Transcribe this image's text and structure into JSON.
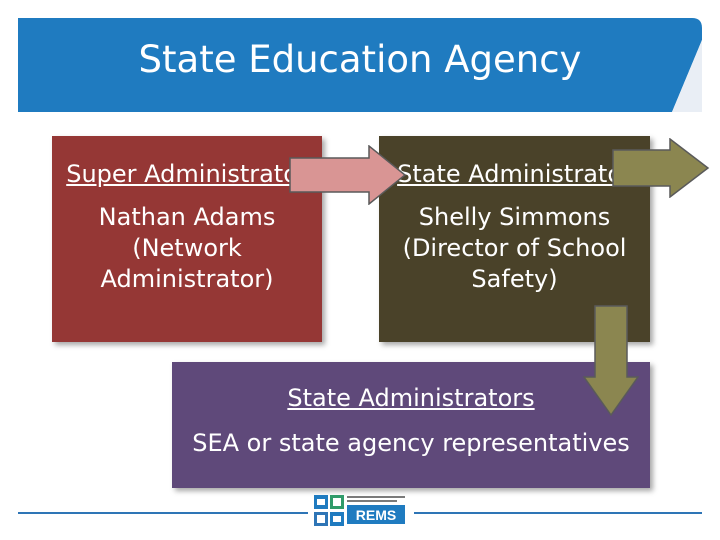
{
  "header": {
    "title": "State Education Agency"
  },
  "colors": {
    "banner": "#1f7bc0",
    "super_admin_box": "#953735",
    "state_admin_box": "#4a4229",
    "state_admins_box": "#5f497a",
    "arrow_pink": "#d99594",
    "arrow_olive": "#8b8650",
    "footer_line": "#2e75b6"
  },
  "boxes": {
    "super_admin": {
      "heading": "Super Administrator",
      "body": "Nathan Adams (Network Administrator)"
    },
    "state_admin": {
      "heading": "State Administrator",
      "body": "Shelly Simmons (Director of School Safety)"
    },
    "state_admins": {
      "heading": "State Administrators",
      "body": "SEA or state agency representatives"
    }
  },
  "logo": {
    "text": "REMS",
    "icons": [
      "school-icon",
      "document-icon"
    ]
  }
}
